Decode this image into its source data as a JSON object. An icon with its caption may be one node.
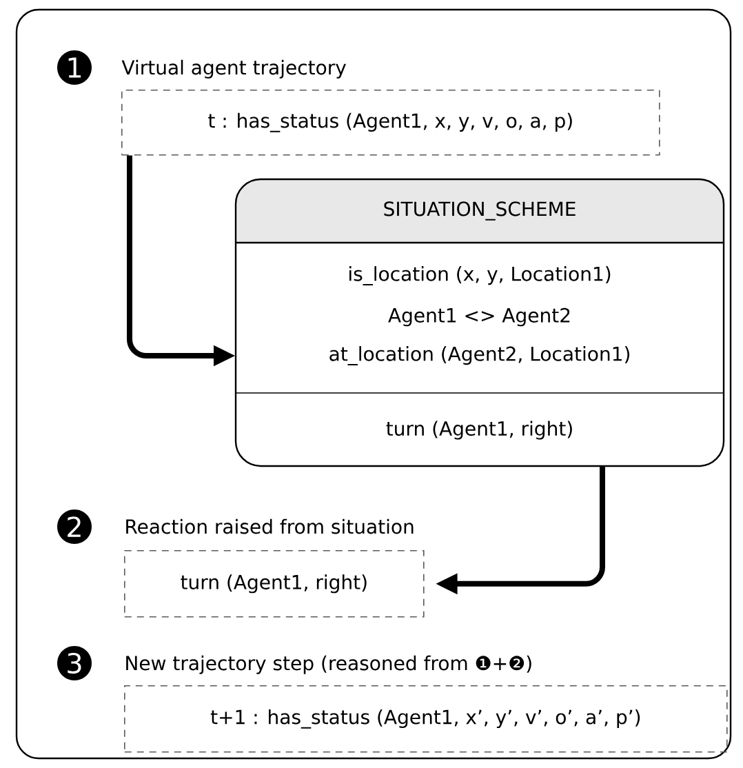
{
  "diagram": {
    "nodes": [
      {
        "text": [
          "Virtual agent trajectory",
          "t : has_status (Agent1, x, y, v, o, a, p)"
        ],
        "beside": [
          "1"
        ]
      },
      {
        "text": [
          "SITUATION_SCHEME",
          "is_location (x, y, Location1)",
          "Agent1 <> Agent2",
          "at_location (Agent2, Location1)",
          "turn (Agent1, right)"
        ]
      },
      {
        "text": [
          "Reaction raised from situation",
          "turn (Agent1, right)"
        ],
        "beside": [
          "2"
        ]
      },
      {
        "text": [
          "New trajectory step (reasoned from ❶+❷)",
          "t+1 : has_status (Agent1, x’, y’, v’, o’, a’, p’)"
        ],
        "beside": [
          "3"
        ]
      }
    ],
    "edges": [
      {
        "from": 0,
        "to": 1,
        "arrow": "to"
      },
      {
        "from": 1,
        "to": 2,
        "arrow": "to"
      }
    ]
  }
}
